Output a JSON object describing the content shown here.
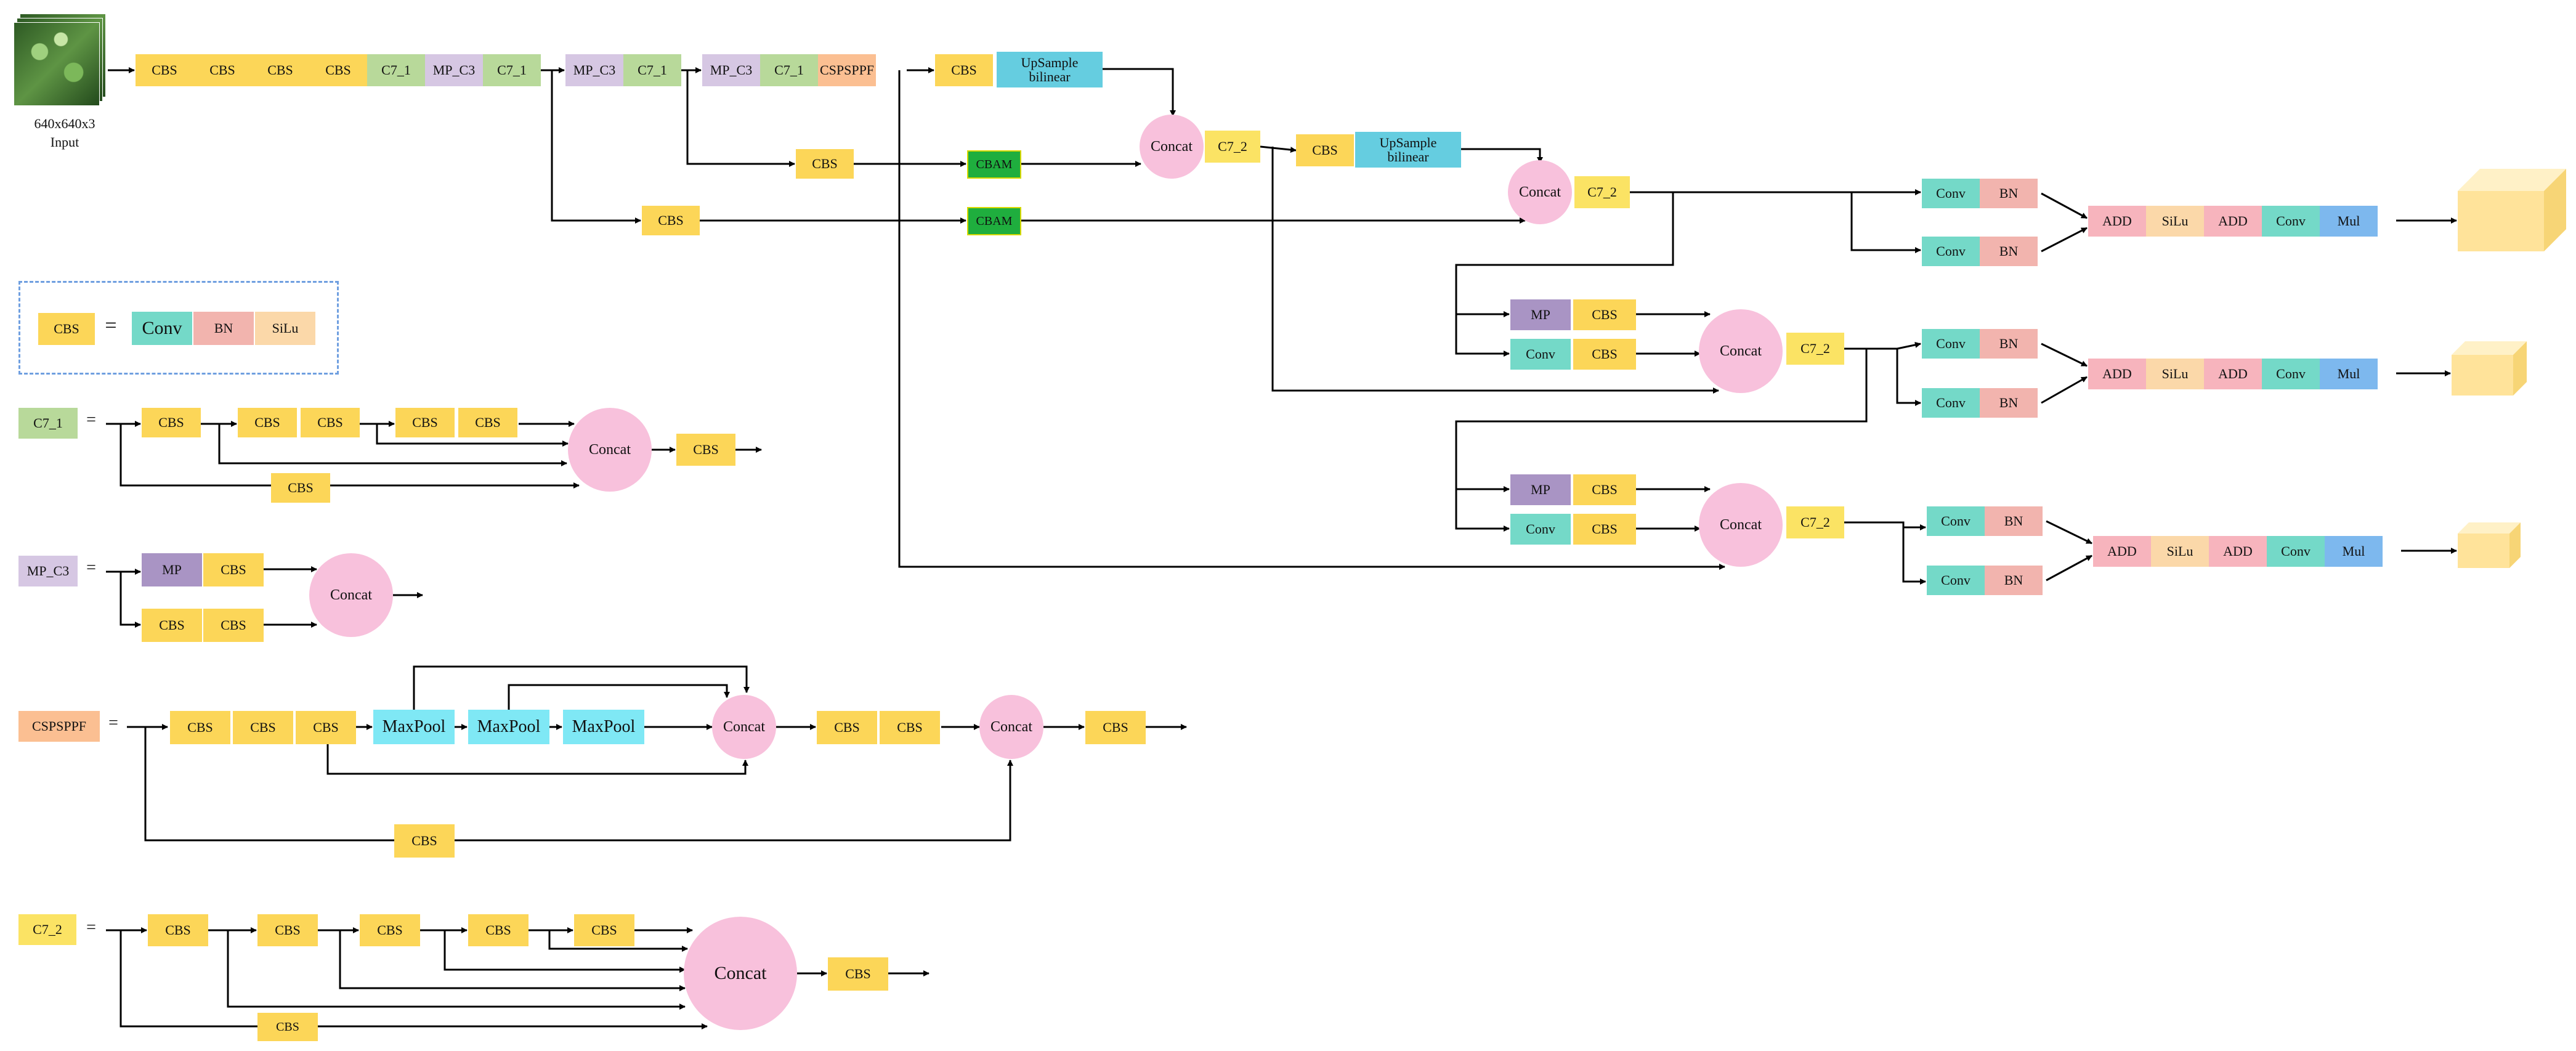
{
  "colors": {
    "cbs": "#fcd658",
    "c71": "#b8d99a",
    "mpc3": "#d6c7e3",
    "cspsppf": "#fbbf92",
    "upsample": "#65cde0",
    "cbam": "#1fae3e",
    "concat": "#f8c1dc",
    "c72": "#fbe364",
    "conv": "#74d9c8",
    "bn": "#f2b4ae",
    "silu": "#fbd8a9",
    "add": "#f7b4bd",
    "mul": "#7db8ee",
    "mp": "#a994c4",
    "maxpool": "#7fe8f5",
    "cube": "#ffe39a",
    "line": "#000000"
  },
  "text": {
    "input_size": "640x640x3",
    "input_label": "Input",
    "cbs": "CBS",
    "c7_1": "C7_1",
    "mp_c3": "MP_C3",
    "cspsppf": "CSPSPPF",
    "upsample": "UpSample\nbilinear",
    "concat": "Concat",
    "c7_2": "C7_2",
    "cbam": "CBAM",
    "conv": "Conv",
    "bn": "BN",
    "silu": "SiLu",
    "add": "ADD",
    "mul": "Mul",
    "mp": "MP",
    "maxpool": "MaxPool",
    "eq": "="
  }
}
